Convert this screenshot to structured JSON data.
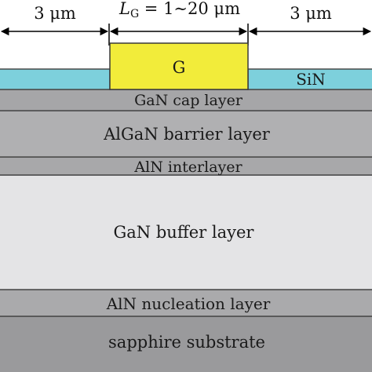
{
  "dimensions": {
    "left_spacing": "3 μm",
    "gate_length_symbol": "L",
    "gate_length_subscript": "G",
    "gate_length_value": " = 1∼20 μm",
    "right_spacing": "3  μm"
  },
  "layers": {
    "gate": "G",
    "sin": "SiN",
    "gan_cap": "GaN cap layer",
    "algan_barrier": "AlGaN barrier layer",
    "aln_interlayer": "AlN interlayer",
    "gan_buffer": "GaN buffer layer",
    "aln_nucleation": "AlN nucleation layer",
    "sapphire": "sapphire substrate"
  },
  "colors": {
    "gate": "#f2ec3a",
    "sin": "#7dd0dc",
    "gan_cap": "#a6a6a8",
    "algan_barrier": "#b0b0b2",
    "aln_interlayer": "#a8a8aa",
    "gan_buffer": "#e4e4e6",
    "aln_nucleation": "#aaaaac",
    "sapphire": "#9a9a9c"
  }
}
